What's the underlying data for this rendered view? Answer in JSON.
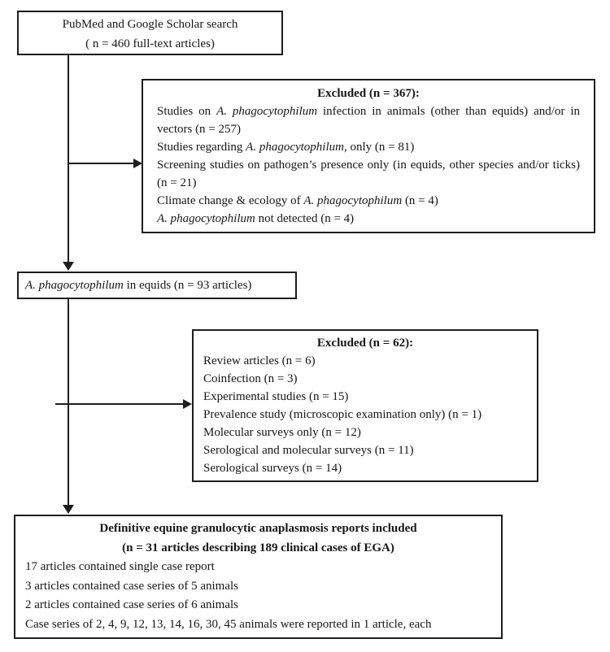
{
  "colors": {
    "border": "#1d1d1d",
    "text": "#161616",
    "background": "#ffffff"
  },
  "icons": {
    "down_arrow": "arrow-down-icon",
    "right_arrow": "arrow-right-icon"
  },
  "boxes": {
    "search": {
      "line1": "PubMed and Google Scholar search",
      "line2": "( n = 460 full-text articles)"
    },
    "excluded1": {
      "title": "Excluded (n = 367):",
      "items": [
        [
          {
            "t": "Studies on "
          },
          {
            "t": "A. phagocytophilum",
            "i": true
          },
          {
            "t": " infection in animals (other than equids) and/or in vectors (n = 257)"
          }
        ],
        [
          {
            "t": "Studies regarding "
          },
          {
            "t": "A. phagocytophilum",
            "i": true
          },
          {
            "t": ", only (n = 81)"
          }
        ],
        [
          {
            "t": "Screening studies on pathogen’s presence only (in equids, other species and/or ticks) (n = 21)"
          }
        ],
        [
          {
            "t": "Climate change & ecology of "
          },
          {
            "t": "A. phagocytophilum",
            "i": true
          },
          {
            "t": " (n = 4)"
          }
        ],
        [
          {
            "t": "A. phagocytophilum",
            "i": true
          },
          {
            "t": " not detected (n = 4)"
          }
        ]
      ]
    },
    "equids": {
      "line": [
        {
          "t": "A. phagocytophilum",
          "i": true
        },
        {
          "t": " in equids (n = 93 articles)"
        }
      ]
    },
    "excluded2": {
      "title": "Excluded (n = 62):",
      "items": [
        "Review articles (n = 6)",
        "Coinfection (n = 3)",
        "Experimental studies (n = 15)",
        "Prevalence study (microscopic examination only) (n = 1)",
        "Molecular surveys only (n = 12)",
        "Serological and molecular surveys (n = 11)",
        "Serological surveys (n = 14)"
      ]
    },
    "included": {
      "title1": "Definitive equine granulocytic anaplasmosis reports included",
      "title2": "(n = 31 articles describing 189 clinical cases of EGA)",
      "items": [
        "17 articles contained single case report",
        "3 articles contained case series of 5 animals",
        "2 articles contained case series of 6 animals",
        "Case series of 2, 4, 9, 12, 13, 14, 16, 30, 45 animals were reported in 1 article, each"
      ]
    }
  }
}
